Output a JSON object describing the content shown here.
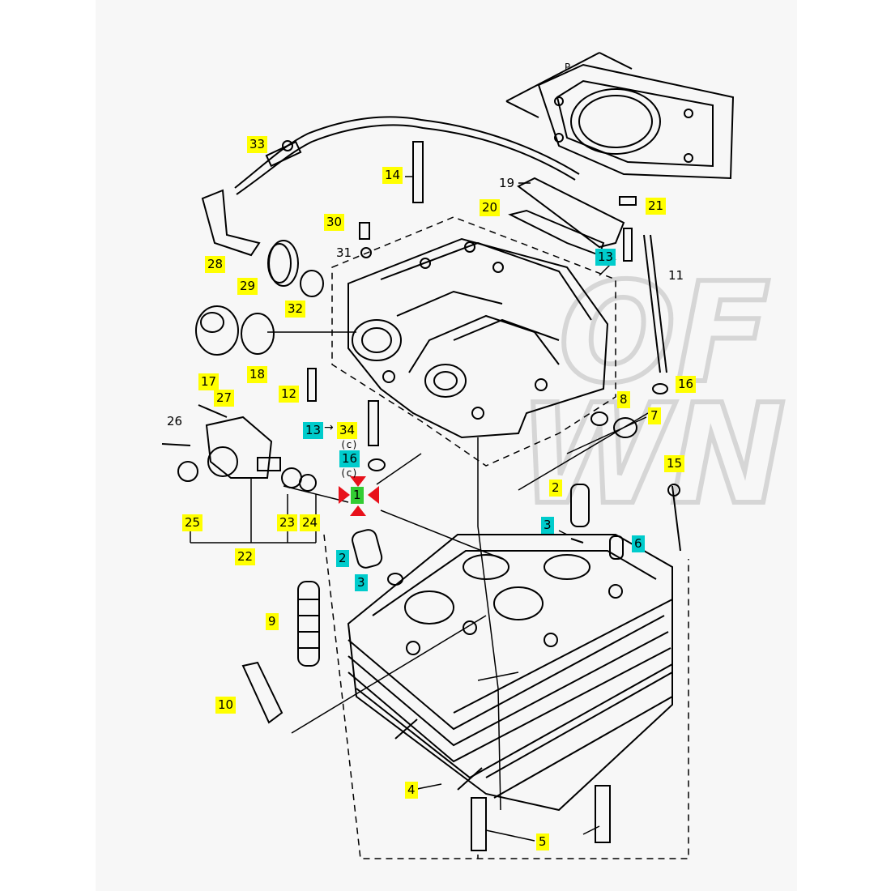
{
  "colors": {
    "yellow_label": "#ffff00",
    "cyan_label": "#00cccc",
    "green_label": "#33cc33",
    "marker_red": "#e8111b",
    "line": "#000000",
    "background": "#ffffff",
    "watermark": "#d4d4d4"
  },
  "selected_part": "1",
  "callouts": [
    {
      "id": "c33",
      "text": "33",
      "color": "yellow"
    },
    {
      "id": "c14",
      "text": "14",
      "color": "yellow"
    },
    {
      "id": "c19",
      "text": "19",
      "color": "yellow"
    },
    {
      "id": "c20",
      "text": "20",
      "color": "yellow"
    },
    {
      "id": "c21",
      "text": "21",
      "color": "yellow"
    },
    {
      "id": "c30",
      "text": "30",
      "color": "yellow"
    },
    {
      "id": "c31",
      "text": "31",
      "color": "yellow"
    },
    {
      "id": "c13a",
      "text": "13",
      "color": "cyan"
    },
    {
      "id": "c11",
      "text": "11",
      "color": "yellow"
    },
    {
      "id": "c28",
      "text": "28",
      "color": "yellow"
    },
    {
      "id": "c29",
      "text": "29",
      "color": "yellow"
    },
    {
      "id": "c32",
      "text": "32",
      "color": "yellow"
    },
    {
      "id": "c17",
      "text": "17",
      "color": "yellow"
    },
    {
      "id": "c18",
      "text": "18",
      "color": "yellow"
    },
    {
      "id": "c12",
      "text": "12",
      "color": "yellow"
    },
    {
      "id": "c16a",
      "text": "16",
      "color": "yellow"
    },
    {
      "id": "c8",
      "text": "8",
      "color": "yellow"
    },
    {
      "id": "c7",
      "text": "7",
      "color": "yellow"
    },
    {
      "id": "c27",
      "text": "27",
      "color": "yellow"
    },
    {
      "id": "c26",
      "text": "26",
      "color": "yellow"
    },
    {
      "id": "c13b",
      "text": "13",
      "color": "cyan"
    },
    {
      "id": "c34",
      "text": "34",
      "color": "yellow"
    },
    {
      "id": "c16b",
      "text": "16",
      "color": "cyan"
    },
    {
      "id": "c1",
      "text": "1",
      "color": "green"
    },
    {
      "id": "c15",
      "text": "15",
      "color": "yellow"
    },
    {
      "id": "c2a",
      "text": "2",
      "color": "yellow"
    },
    {
      "id": "c25",
      "text": "25",
      "color": "yellow"
    },
    {
      "id": "c23",
      "text": "23",
      "color": "yellow"
    },
    {
      "id": "c24",
      "text": "24",
      "color": "yellow"
    },
    {
      "id": "c3a",
      "text": "3",
      "color": "cyan"
    },
    {
      "id": "c6",
      "text": "6",
      "color": "cyan"
    },
    {
      "id": "c22",
      "text": "22",
      "color": "yellow"
    },
    {
      "id": "c2b",
      "text": "2",
      "color": "cyan"
    },
    {
      "id": "c3b",
      "text": "3",
      "color": "cyan"
    },
    {
      "id": "c9",
      "text": "9",
      "color": "yellow"
    },
    {
      "id": "c10",
      "text": "10",
      "color": "yellow"
    },
    {
      "id": "c4",
      "text": "4",
      "color": "yellow"
    },
    {
      "id": "c5",
      "text": "5",
      "color": "yellow"
    }
  ],
  "small_marks": {
    "c_mark_1": "(c)",
    "c_mark_2": "(c)",
    "gasket_dim": "P"
  }
}
